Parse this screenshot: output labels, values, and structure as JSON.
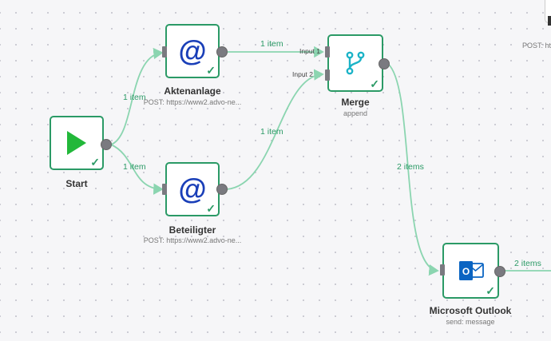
{
  "edge_labels": {
    "start_to_akten": "1 item",
    "start_to_beteiligter": "1 item",
    "akten_to_merge": "1 item",
    "beteiligter_to_merge": "1 item",
    "merge_to_outlook": "2 items",
    "outlook_out": "2 items"
  },
  "nodes": {
    "start": {
      "title": "Start",
      "icon": "play-icon"
    },
    "aktenanlage": {
      "title": "Aktenanlage",
      "subtitle": "POST: https://www2.advo-ne...",
      "icon": "at-sign-icon"
    },
    "beteiligter": {
      "title": "Beteiligter",
      "subtitle": "POST: https://www2.advo-ne...",
      "icon": "at-sign-icon"
    },
    "merge": {
      "title": "Merge",
      "subtitle": "append",
      "input1": "Input 1",
      "input2": "Input 2",
      "icon": "merge-icon"
    },
    "outlook": {
      "title": "Microsoft Outlook",
      "subtitle": "send: message",
      "icon": "outlook-icon"
    }
  },
  "partial": {
    "subtitle": "POST: ht"
  },
  "colors": {
    "node_border": "#2b9a66",
    "edge": "#8bd5b0",
    "at_icon": "#1a3fb8",
    "play_icon": "#22b83a",
    "merge_icon": "#1bb3c7",
    "outlook_icon": "#0a64c2"
  }
}
